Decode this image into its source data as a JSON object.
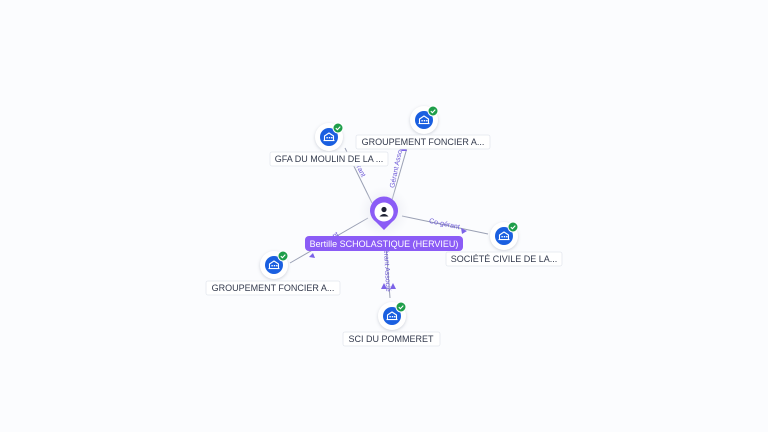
{
  "diagram": {
    "center": {
      "label": "Bertille SCHOLASTIQUE (HERVIEU)",
      "icon": "person-icon",
      "color": "#8b5cf6"
    },
    "company_icon": "building-icon",
    "verified_icon": "check-badge-icon",
    "accent_blue": "#1a5fe0",
    "verified_green": "#1e9e4a",
    "nodes": [
      {
        "id": "gfa-moulin",
        "label": "GFA DU MOULIN DE LA ...",
        "relation": "Gérant"
      },
      {
        "id": "groupement-top",
        "label": "GROUPEMENT FONCIER A...",
        "relation": "Gérant Associé"
      },
      {
        "id": "societe-civile",
        "label": "SOCIÉTÉ CIVILE DE LA...",
        "relation": "Co-gérant"
      },
      {
        "id": "sci-pommeret",
        "label": "SCI DU POMMERET",
        "relation": "Gérant Associé"
      },
      {
        "id": "groupement-left",
        "label": "GROUPEMENT FONCIER A...",
        "relation": "Gérant"
      }
    ]
  }
}
